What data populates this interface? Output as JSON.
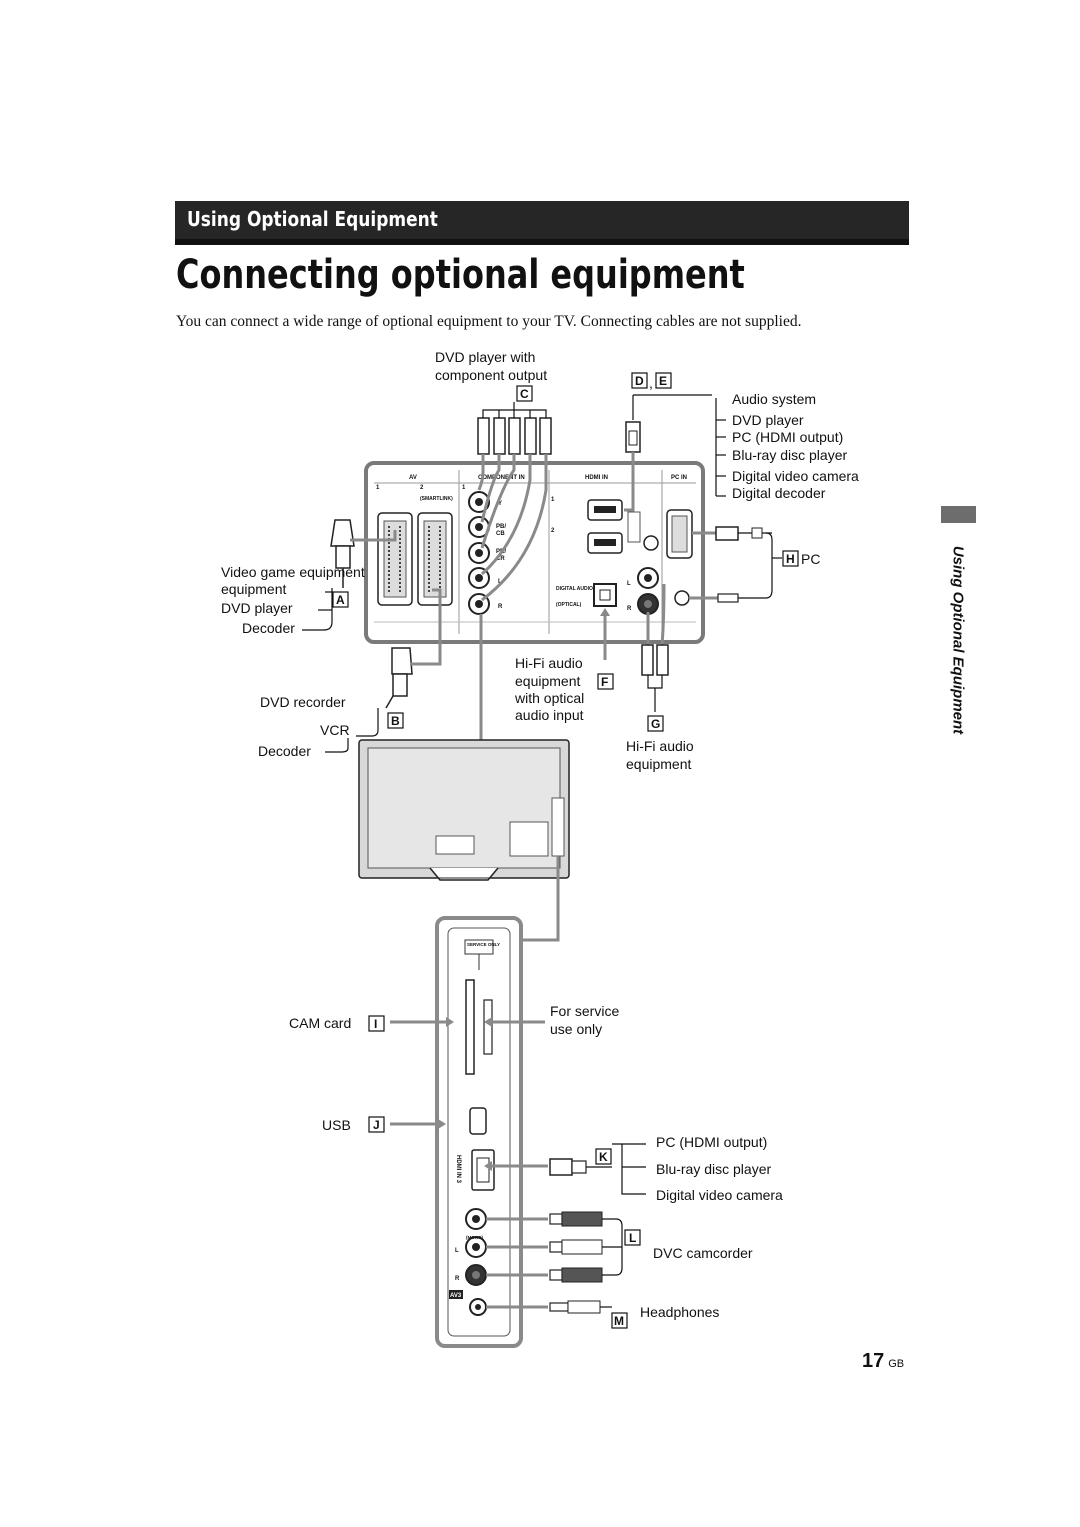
{
  "header": {
    "section": "Using Optional Equipment",
    "title": "Connecting optional equipment",
    "intro": "You can connect a wide range of optional equipment to your TV. Connecting cables are not supplied."
  },
  "side_label": "Using Optional Equipment",
  "page": {
    "number": "17",
    "suffix": "GB"
  },
  "panel_labels": {
    "av": "AV",
    "av1": "1",
    "av2": "2",
    "smartlink": "(SMARTLINK)",
    "component_in": "COMPONENT IN",
    "comp1": "1",
    "y": "Y",
    "pb": "PB/",
    "cb": "CB",
    "pr": "PR/",
    "cr": "CR",
    "l": "L",
    "r": "R",
    "hdmi_in": "HDMI IN",
    "hdmi1": "1",
    "hdmi2": "2",
    "digital_audio_out": "DIGITAL AUDIO OUT",
    "optical": "(OPTICAL)",
    "pc_in": "PC IN",
    "service_only": "SERVICE ONLY",
    "hdmi_in3": "HDMI IN 3",
    "mono": "(MONO)",
    "av3": "AV3"
  },
  "callouts": {
    "a": {
      "badge": "A",
      "items": [
        "Video game equipment",
        "DVD player",
        "Decoder"
      ]
    },
    "b": {
      "badge": "B",
      "items": [
        "DVD recorder",
        "VCR",
        "Decoder"
      ]
    },
    "c": {
      "badge": "C",
      "items": [
        "DVD player with",
        "component output"
      ]
    },
    "de": {
      "badges": [
        "D",
        "E"
      ],
      "items": [
        "Audio system",
        "DVD player",
        "PC (HDMI output)",
        "Blu-ray disc player",
        "Digital video camera",
        "Digital decoder"
      ]
    },
    "f": {
      "badge": "F",
      "items": [
        "Hi-Fi audio",
        "equipment",
        "with optical",
        "audio input"
      ]
    },
    "g": {
      "badge": "G",
      "items": [
        "Hi-Fi audio",
        "equipment"
      ]
    },
    "h": {
      "badge": "H",
      "items": [
        "PC"
      ]
    },
    "i": {
      "badge": "I",
      "items": [
        "CAM card"
      ]
    },
    "service": {
      "items": [
        "For service",
        "use only"
      ]
    },
    "j": {
      "badge": "J",
      "items": [
        "USB"
      ]
    },
    "k": {
      "badge": "K",
      "items": [
        "PC (HDMI output)",
        "Blu-ray disc player",
        "Digital video camera"
      ]
    },
    "l": {
      "badge": "L",
      "items": [
        "DVC camcorder"
      ]
    },
    "m": {
      "badge": "M",
      "items": [
        "Headphones"
      ]
    }
  }
}
